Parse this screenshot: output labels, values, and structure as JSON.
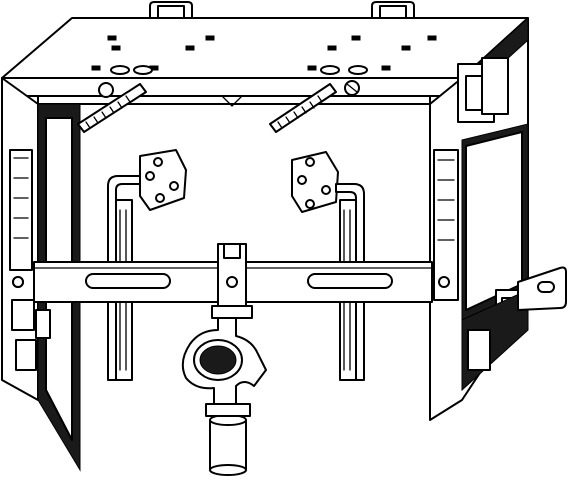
{
  "figure": {
    "alt_note": "",
    "colors": {
      "line": "#000000",
      "fill": "#ffffff",
      "shade": "#1a1a1a"
    }
  },
  "parts": [
    {
      "key": "mounting_box",
      "icon": "frame-box"
    },
    {
      "key": "left_side_panel",
      "icon": "side-panel"
    },
    {
      "key": "right_side_panel",
      "icon": "side-panel"
    },
    {
      "key": "top_clips",
      "icon": "clip",
      "count": 2
    },
    {
      "key": "threaded_rods",
      "icon": "threaded-rod",
      "count": 2
    },
    {
      "key": "supply_brackets",
      "icon": "bracket",
      "count": 2
    },
    {
      "key": "cross_rail",
      "icon": "slotted-rail"
    },
    {
      "key": "drain_elbow",
      "icon": "pipe-elbow"
    },
    {
      "key": "wall_tab",
      "icon": "mounting-tab"
    }
  ]
}
